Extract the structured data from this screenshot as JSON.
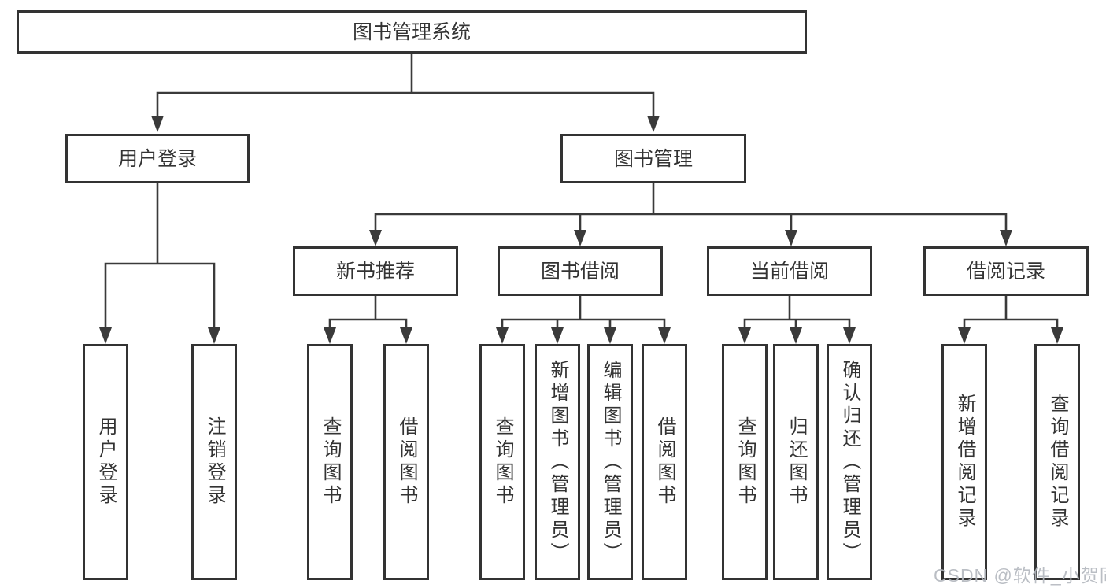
{
  "diagram": {
    "root": {
      "label": "图书管理系统"
    },
    "branches": {
      "user_login": {
        "label": "用户登录",
        "children": [
          {
            "label": "用户登录"
          },
          {
            "label": "注销登录"
          }
        ]
      },
      "book_mgmt": {
        "label": "图书管理",
        "children": [
          {
            "label": "新书推荐",
            "children": [
              {
                "label": "查询图书"
              },
              {
                "label": "借阅图书"
              }
            ]
          },
          {
            "label": "图书借阅",
            "children": [
              {
                "label": "查询图书"
              },
              {
                "label": "新增图书（管理员）"
              },
              {
                "label": "编辑图书（管理员）"
              },
              {
                "label": "借阅图书"
              }
            ]
          },
          {
            "label": "当前借阅",
            "children": [
              {
                "label": "查询图书"
              },
              {
                "label": "归还图书"
              },
              {
                "label": "确认归还（管理员）"
              }
            ]
          },
          {
            "label": "借阅记录",
            "children": [
              {
                "label": "新增借阅记录"
              },
              {
                "label": "查询借阅记录"
              }
            ]
          }
        ]
      }
    }
  },
  "watermark": {
    "text": "CSDN @软件_小贺同学",
    "color": "#b3b7be"
  },
  "colors": {
    "line": "#3a3a3a",
    "border": "#333333",
    "text": "#333333",
    "background": "#ffffff"
  }
}
